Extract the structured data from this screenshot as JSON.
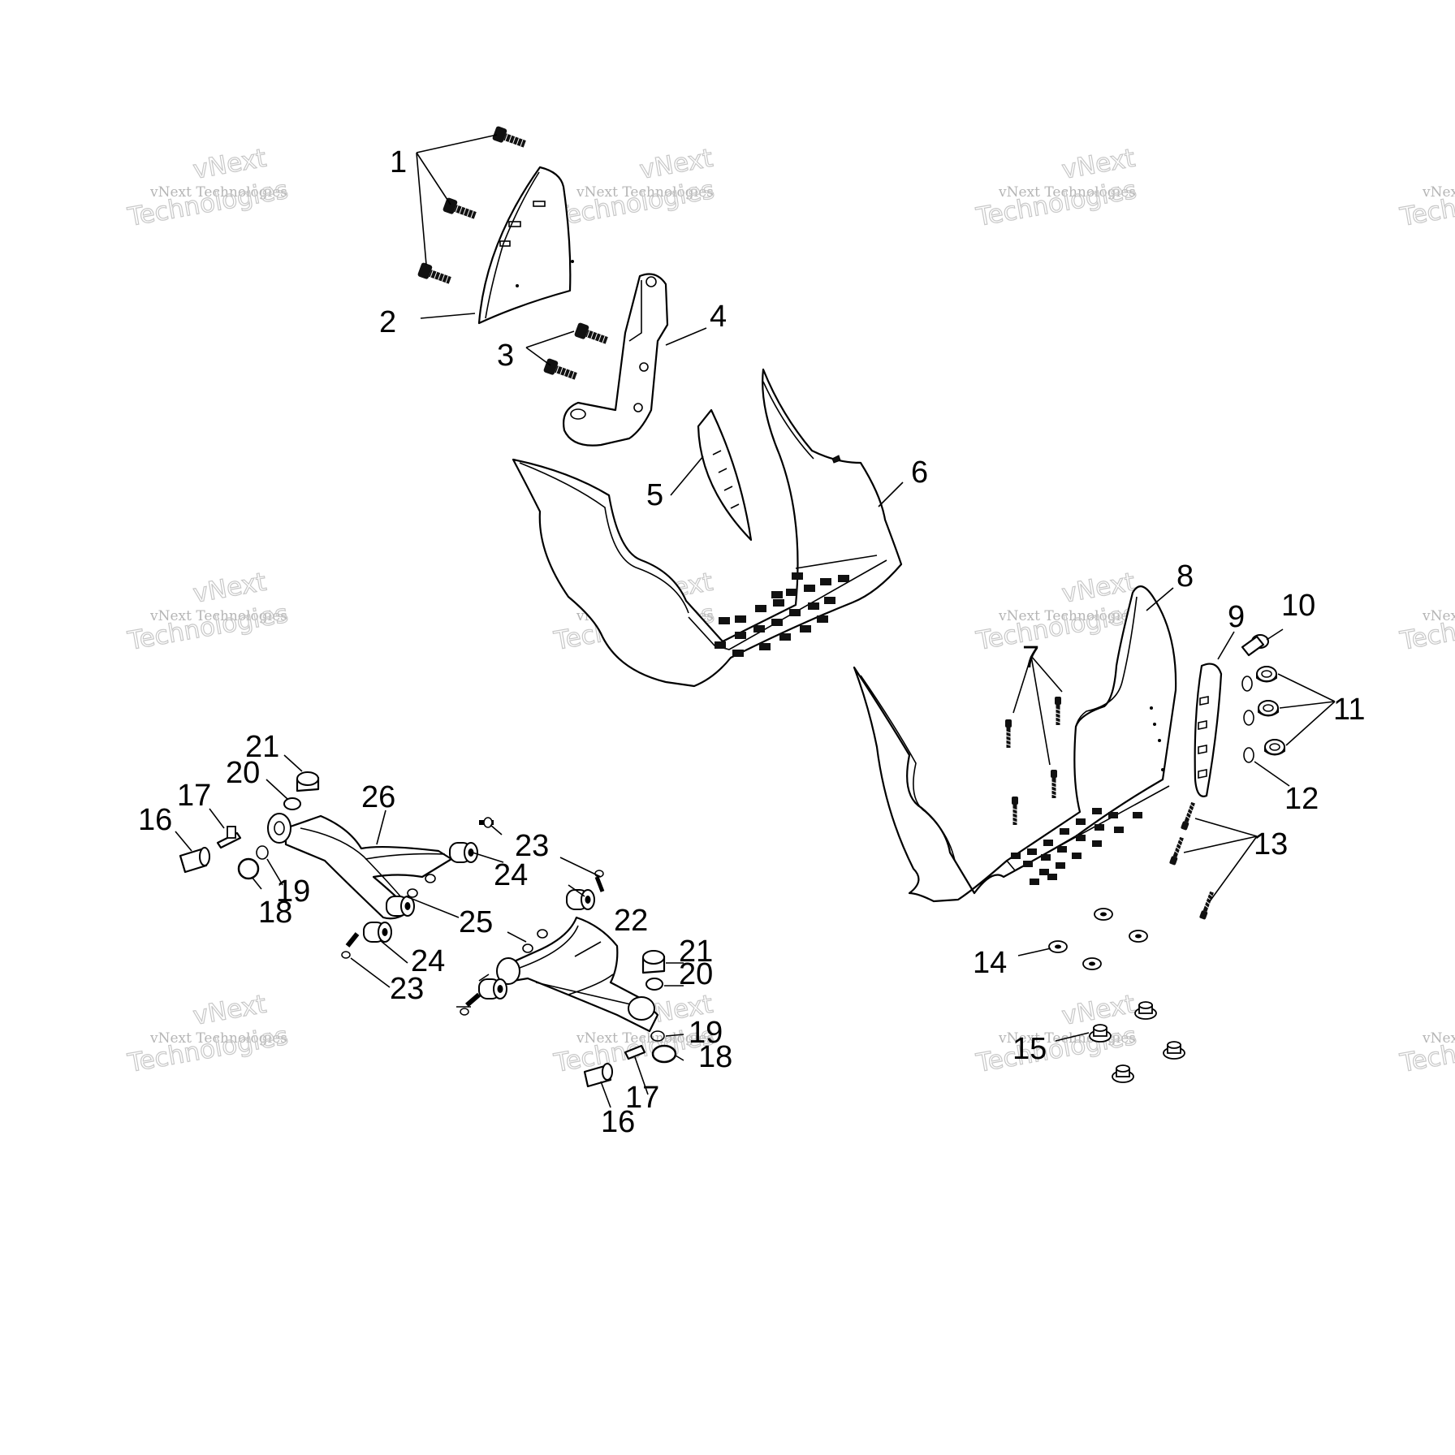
{
  "watermark": {
    "line1": "vNext",
    "line2": "vNext Technologies",
    "line3": "Technologies"
  },
  "callouts": {
    "c1": "1",
    "c2": "2",
    "c3": "3",
    "c4": "4",
    "c5": "5",
    "c6": "6",
    "c7": "7",
    "c8": "8",
    "c9": "9",
    "c10": "10",
    "c11": "11",
    "c12": "12",
    "c13": "13",
    "c14": "14",
    "c15": "15",
    "c16a": "16",
    "c17a": "17",
    "c18a": "18",
    "c19a": "19",
    "c20a": "20",
    "c21a": "21",
    "c22": "22",
    "c23a": "23",
    "c24a": "24",
    "c25": "25",
    "c26": "26",
    "c24b": "24",
    "c23b": "23",
    "c21b": "21",
    "c20b": "20",
    "c19b": "19",
    "c18b": "18",
    "c17b": "17",
    "c16b": "16"
  }
}
